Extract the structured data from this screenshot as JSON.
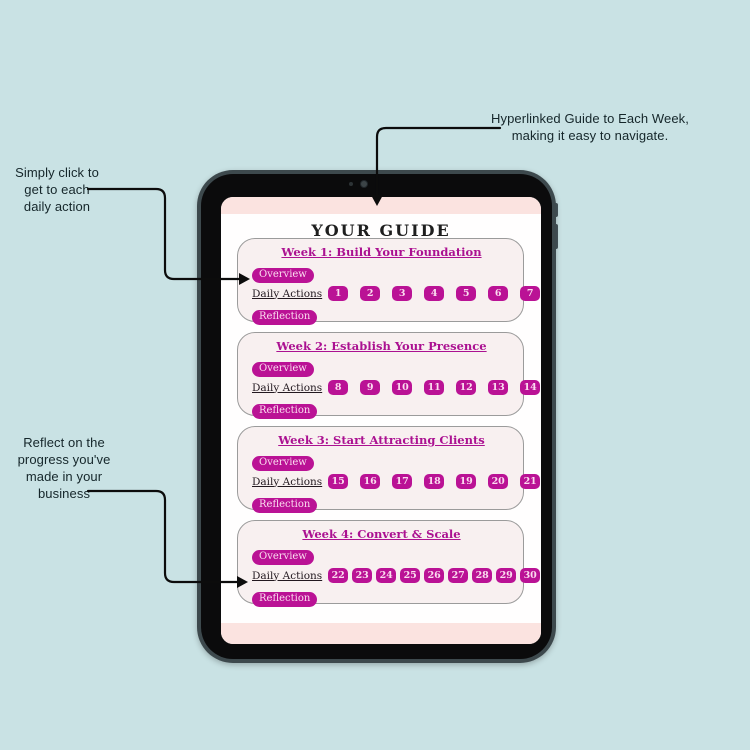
{
  "annotations": {
    "top_right": {
      "line1": "Hyperlinked Guide to Each Week,",
      "line2": "making it easy to navigate."
    },
    "left_top": "Simply click to get to each daily action",
    "left_bottom": "Reflect on the progress you've made in your business"
  },
  "screen": {
    "title": "YOUR GUIDE",
    "weeks": [
      {
        "title": "Week 1: Build Your Foundation",
        "overview_label": "Overview",
        "daily_actions_label": "Daily Actions",
        "reflection_label": "Reflection",
        "numbers": [
          "1",
          "2",
          "3",
          "4",
          "5",
          "6",
          "7"
        ]
      },
      {
        "title": "Week 2: Establish Your Presence",
        "overview_label": "Overview",
        "daily_actions_label": "Daily Actions",
        "reflection_label": "Reflection",
        "numbers": [
          "8",
          "9",
          "10",
          "11",
          "12",
          "13",
          "14"
        ]
      },
      {
        "title": "Week 3: Start Attracting Clients",
        "overview_label": "Overview",
        "daily_actions_label": "Daily Actions",
        "reflection_label": "Reflection",
        "numbers": [
          "15",
          "16",
          "17",
          "18",
          "19",
          "20",
          "21"
        ]
      },
      {
        "title": "Week 4: Convert & Scale",
        "overview_label": "Overview",
        "daily_actions_label": "Daily Actions",
        "reflection_label": "Reflection",
        "numbers": [
          "22",
          "23",
          "24",
          "25",
          "26",
          "27",
          "28",
          "29",
          "30"
        ]
      }
    ]
  },
  "colors": {
    "background": "#c9e2e4",
    "magenta": "#ba1295",
    "card_background": "#f8f0f0",
    "pink_band": "#fbe3e0",
    "pill_text": "#fbdcef",
    "line_color": "#0c0c0c"
  }
}
